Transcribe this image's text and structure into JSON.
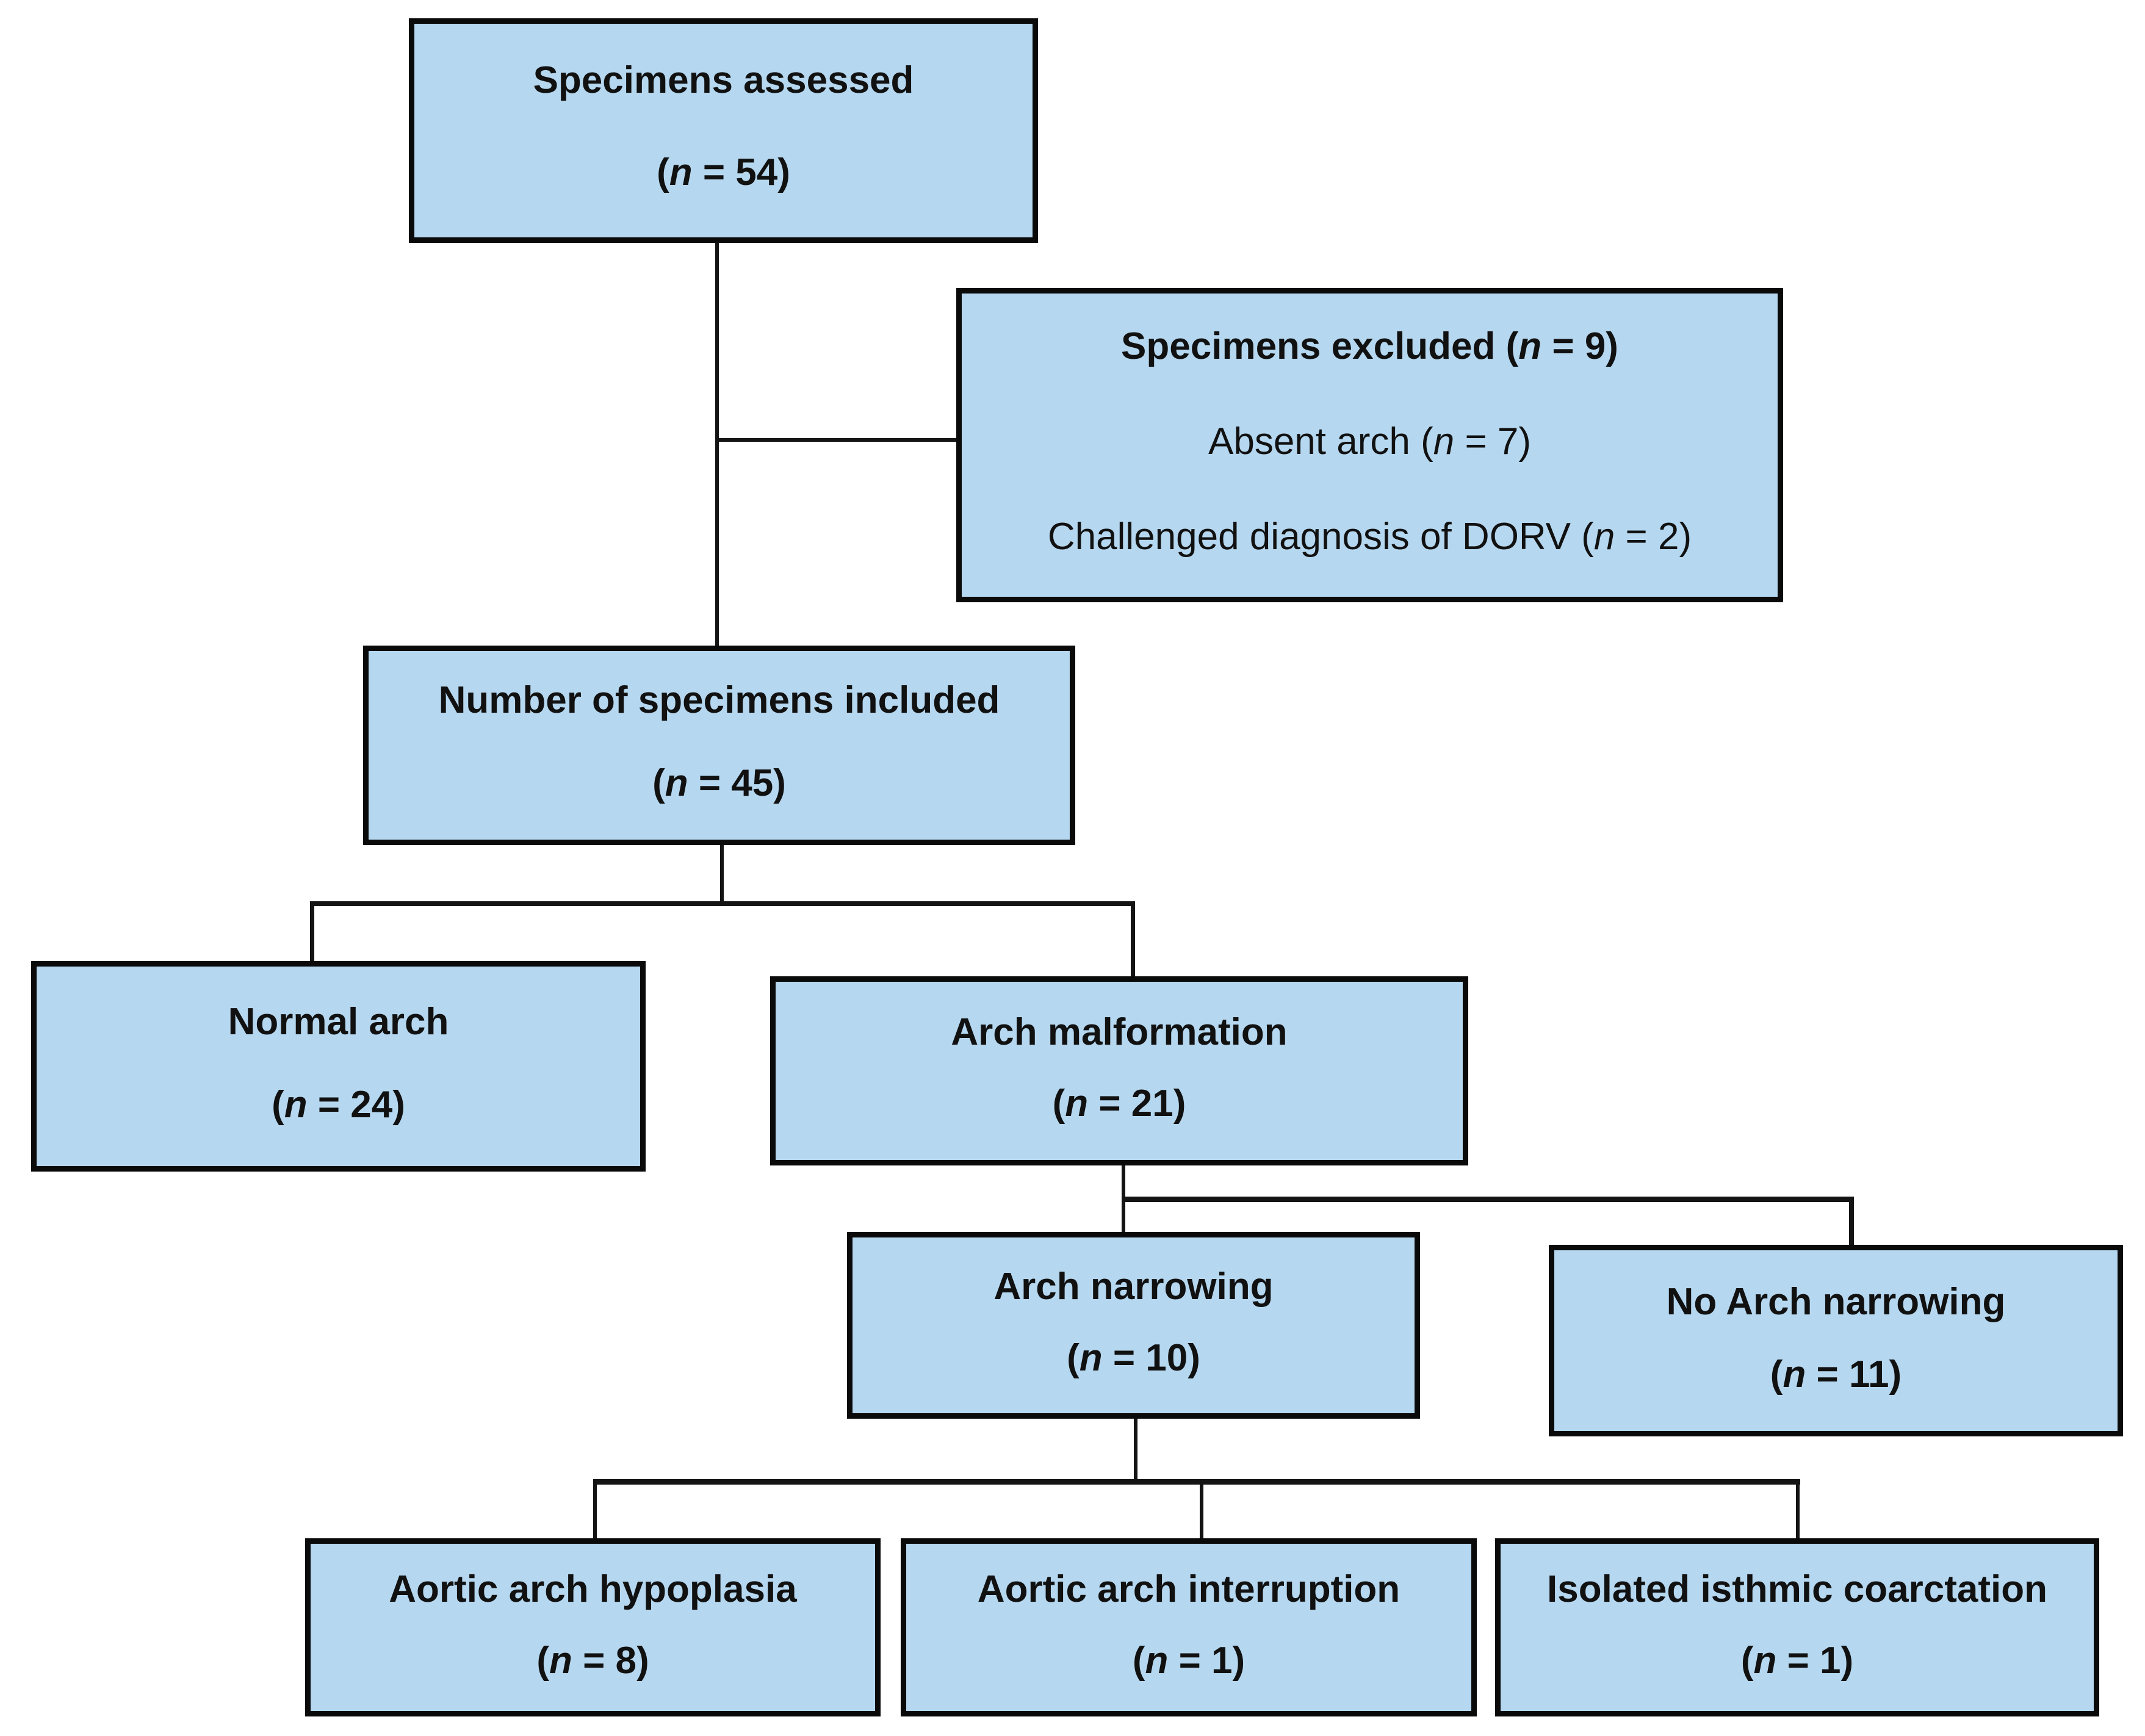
{
  "colors": {
    "box-fill": "#b5d7ef",
    "box-border": "#0a0a0a",
    "line-color": "#141414",
    "text-color": "#111111",
    "page-bg": "#ffffff"
  },
  "boxes": {
    "assessed": {
      "title": "Specimens assessed",
      "count": {
        "open": "(",
        "var": "n",
        "rest": " = 54)"
      }
    },
    "excluded": {
      "title": "Specimens excluded ",
      "title_count": {
        "open": "(",
        "var": "n",
        "rest": " = 9)"
      },
      "reasons": [
        {
          "text": "Absent arch ",
          "count": {
            "open": "(",
            "var": "n",
            "rest": " = 7)"
          }
        },
        {
          "text": "Challenged diagnosis of DORV ",
          "count": {
            "open": "(",
            "var": "n",
            "rest": " = 2)"
          }
        }
      ]
    },
    "included": {
      "title": "Number of specimens included",
      "count": {
        "open": "(",
        "var": "n",
        "rest": " = 45)"
      }
    },
    "normal_arch": {
      "title": "Normal arch",
      "count": {
        "open": "(",
        "var": "n",
        "rest": " = 24)"
      }
    },
    "arch_malformation": {
      "title": "Arch malformation",
      "count": {
        "open": "(",
        "var": "n",
        "rest": " = 21)"
      }
    },
    "arch_narrowing": {
      "title": "Arch narrowing",
      "count": {
        "open": "(",
        "var": "n",
        "rest": " = 10)"
      }
    },
    "no_arch_narrowing": {
      "title": "No Arch narrowing",
      "count": {
        "open": "(",
        "var": "n",
        "rest": " = 11)"
      }
    },
    "aortic_arch_hypoplasia": {
      "title": "Aortic arch hypoplasia",
      "count": {
        "open": "(",
        "var": "n",
        "rest": " = 8)"
      }
    },
    "aortic_arch_interruption": {
      "title": "Aortic arch interruption",
      "count": {
        "open": "(",
        "var": "n",
        "rest": " = 1)"
      }
    },
    "isolated_isthmic_coarctation": {
      "title": "Isolated isthmic coarctation",
      "count": {
        "open": "(",
        "var": "n",
        "rest": " = 1)"
      }
    }
  }
}
